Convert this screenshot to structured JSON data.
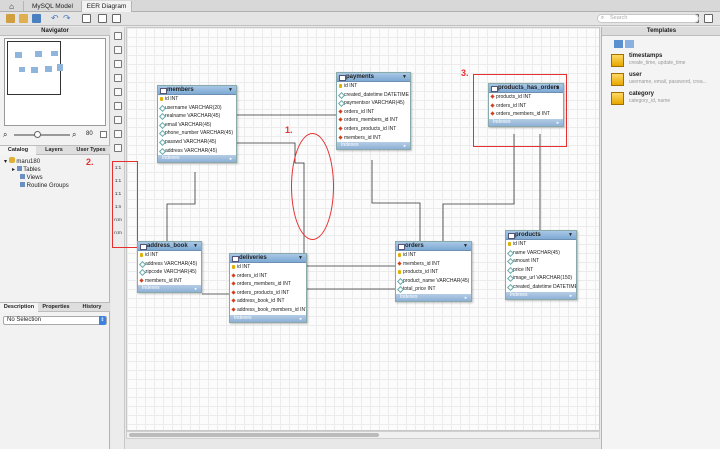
{
  "tabs": {
    "home": "⌂",
    "model": "MySQL Model",
    "diagram": "EER Diagram"
  },
  "search": {
    "placeholder": "Search"
  },
  "navigator": {
    "title": "Navigator",
    "zoom": "80"
  },
  "panel_tabs": [
    "Catalog",
    "Layers",
    "User Types"
  ],
  "tree": {
    "schema": "maru180",
    "tables": "Tables",
    "views": "Views",
    "routines": "Routine Groups"
  },
  "bottom_tabs": [
    "Description",
    "Properties",
    "History"
  ],
  "selection": "No Selection",
  "templates": {
    "title": "Templates",
    "items": [
      {
        "name": "timestamps",
        "desc": "create_time, update_time"
      },
      {
        "name": "user",
        "desc": "username, email, password, crea..."
      },
      {
        "name": "category",
        "desc": "category_id, name"
      }
    ]
  },
  "rel_labels": [
    "1:1",
    "1:1",
    "1:1",
    "1:n",
    "n:m",
    "n:m"
  ],
  "indexes_label": "Indexes",
  "annotations": {
    "a1": "1.",
    "a2": "2.",
    "a3": "3."
  },
  "entities": {
    "members": {
      "title": "members",
      "rows": [
        [
          "pk",
          "id INT"
        ],
        [
          "col",
          "username VARCHAR(20)"
        ],
        [
          "col",
          "realname VARCHAR(45)"
        ],
        [
          "col",
          "email VARCHAR(45)"
        ],
        [
          "col",
          "phone_number VARCHAR(45)"
        ],
        [
          "col",
          "passwd VARCHAR(45)"
        ],
        [
          "col",
          "address VARCHAR(45)"
        ]
      ]
    },
    "payments": {
      "title": "payments",
      "rows": [
        [
          "pk",
          "id INT"
        ],
        [
          "col",
          "created_datetime DATETIME"
        ],
        [
          "col",
          "paymentsor VARCHAR(45)"
        ],
        [
          "fk",
          "orders_id INT"
        ],
        [
          "fk",
          "orders_members_id INT"
        ],
        [
          "fk",
          "orders_products_id INT"
        ],
        [
          "fk",
          "members_id INT"
        ]
      ]
    },
    "products_has_orders": {
      "title": "products_has_orders",
      "rows": [
        [
          "fk",
          "products_id INT"
        ],
        [
          "fk",
          "orders_id INT"
        ],
        [
          "fk",
          "orders_members_id INT"
        ]
      ]
    },
    "address_book": {
      "title": "address_book",
      "rows": [
        [
          "pk",
          "id INT"
        ],
        [
          "col",
          "address VARCHAR(45)"
        ],
        [
          "col",
          "zipcode VARCHAR(45)"
        ],
        [
          "fk",
          "members_id INT"
        ]
      ]
    },
    "deliveries": {
      "title": "deliveries",
      "rows": [
        [
          "pk",
          "id INT"
        ],
        [
          "fk",
          "orders_id INT"
        ],
        [
          "fk",
          "orders_members_id INT"
        ],
        [
          "fk",
          "orders_products_id INT"
        ],
        [
          "fk",
          "address_book_id INT"
        ],
        [
          "fk",
          "address_book_members_id INT"
        ]
      ]
    },
    "orders": {
      "title": "orders",
      "rows": [
        [
          "pk",
          "id INT"
        ],
        [
          "fk",
          "members_id INT"
        ],
        [
          "pk",
          "products_id INT"
        ],
        [
          "col",
          "product_name VARCHAR(45)"
        ],
        [
          "col",
          "total_price INT"
        ]
      ]
    },
    "products": {
      "title": "products",
      "rows": [
        [
          "pk",
          "id INT"
        ],
        [
          "col",
          "name VARCHAR(45)"
        ],
        [
          "col",
          "amount INT"
        ],
        [
          "col",
          "price INT"
        ],
        [
          "col",
          "image_url VARCHAR(150)"
        ],
        [
          "col",
          "created_datetime DATETIME"
        ]
      ]
    }
  }
}
